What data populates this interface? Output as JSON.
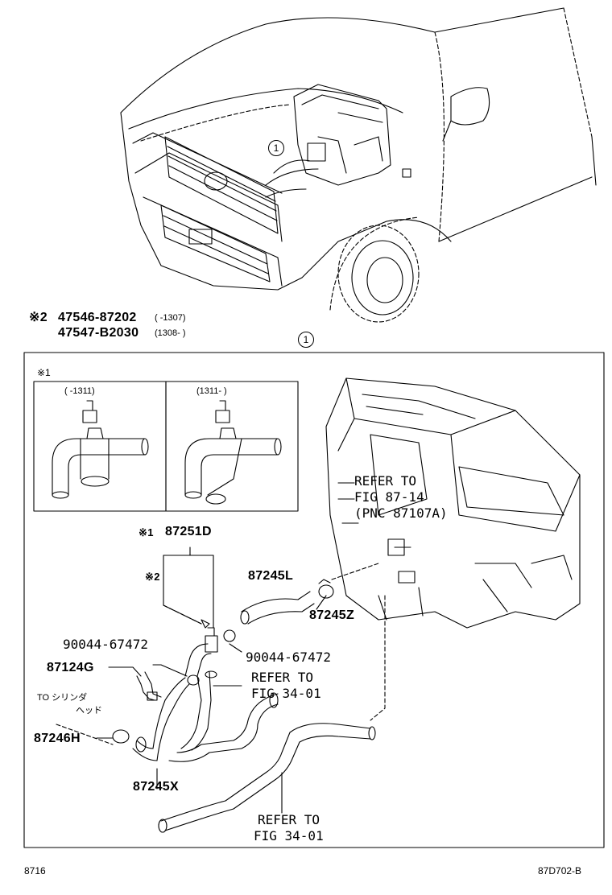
{
  "note2": {
    "mark": "※2",
    "part1": "47546-87202",
    "range1": "(    -1307)",
    "part2": "47547-B2030",
    "range2": "(1308-     )"
  },
  "callout": "①",
  "box": {
    "note1_mark": "※1",
    "variant_left": "(      -1311)",
    "variant_right": "(1311-      )"
  },
  "parts": {
    "p87251D_mark": "※1",
    "p87251D": "87251D",
    "mark2": "※2",
    "p87245L": "87245L",
    "p87245Z": "87245Z",
    "p90044_left": "90044-67472",
    "p90044_right": "90044-67472",
    "p87124G": "87124G",
    "p87246H": "87246H",
    "p87245X": "87245X",
    "to_cylinder_line1": "TO シリンダ",
    "to_cylinder_line2": "ヘッド"
  },
  "refs": {
    "ref1_line1": "REFER TO",
    "ref1_line2": "FIG 87-14",
    "ref1_line3": "(PNC 87107A)",
    "ref2_line1": "REFER TO",
    "ref2_line2": "FIG 34-01",
    "ref3_line1": "REFER TO",
    "ref3_line2": "FIG 34-01"
  },
  "footer": {
    "left": "8716",
    "right": "87D702-B"
  }
}
